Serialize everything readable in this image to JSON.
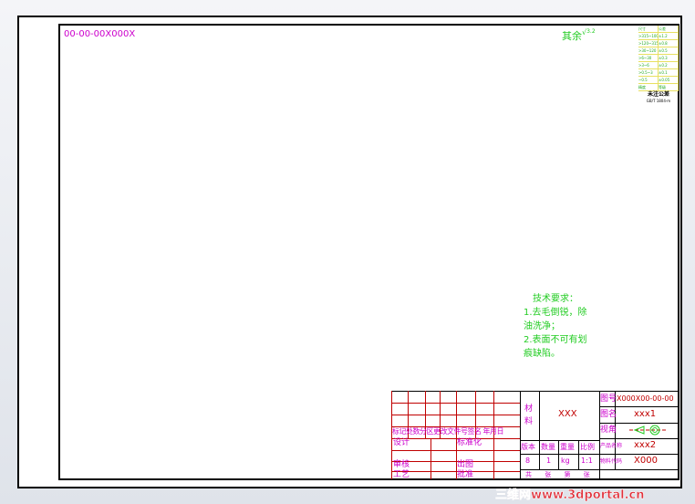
{
  "drawing": {
    "code": "00-00-00X000X",
    "roughness_label": "其余",
    "roughness_value": "3.2"
  },
  "tolerance_table": {
    "rows": [
      [
        "尺寸",
        "公差"
      ],
      [
        ">315~1000",
        "±1.2"
      ],
      [
        ">120~315",
        "±0.8"
      ],
      [
        ">30~120",
        "±0.5"
      ],
      [
        ">6~30",
        "±0.3"
      ],
      [
        ">3~6",
        "±0.2"
      ],
      [
        ">0.5~3",
        "±0.1"
      ],
      [
        "~0.5",
        "±0.05"
      ],
      [
        "精度",
        "等级"
      ]
    ],
    "title": "未注公差",
    "standard": "GB/T 1804-m"
  },
  "tech_requirements": {
    "title": "技术要求：",
    "lines": [
      "1.去毛倒锐，除",
      "油洗净；",
      "2.表面不可有划",
      "痕缺陷。"
    ]
  },
  "title_block": {
    "change_header": [
      "标记",
      "处数",
      "分区",
      "更改文件号",
      "签名",
      "年月日"
    ],
    "design": "设计",
    "standardize": "标准化",
    "review": "审核",
    "print": "出图",
    "process": "工艺",
    "approve": "批准",
    "material_label": "材料",
    "material": "XXX",
    "headers": [
      "版本",
      "数量",
      "重量",
      "比例"
    ],
    "values": [
      "8",
      "1",
      "kg",
      "1:1"
    ],
    "sheets": [
      "共",
      "张",
      "第",
      "张"
    ],
    "drawing_no_label": "图号",
    "drawing_no": "X000X00-00-00",
    "name_label": "图名",
    "name": "xxx1",
    "view_label": "视角",
    "product_label": "产品名称",
    "product": "xxx2",
    "material_code_label": "物料代码",
    "material_code": "X000"
  },
  "watermark": "三维网www.3dportal.cn"
}
